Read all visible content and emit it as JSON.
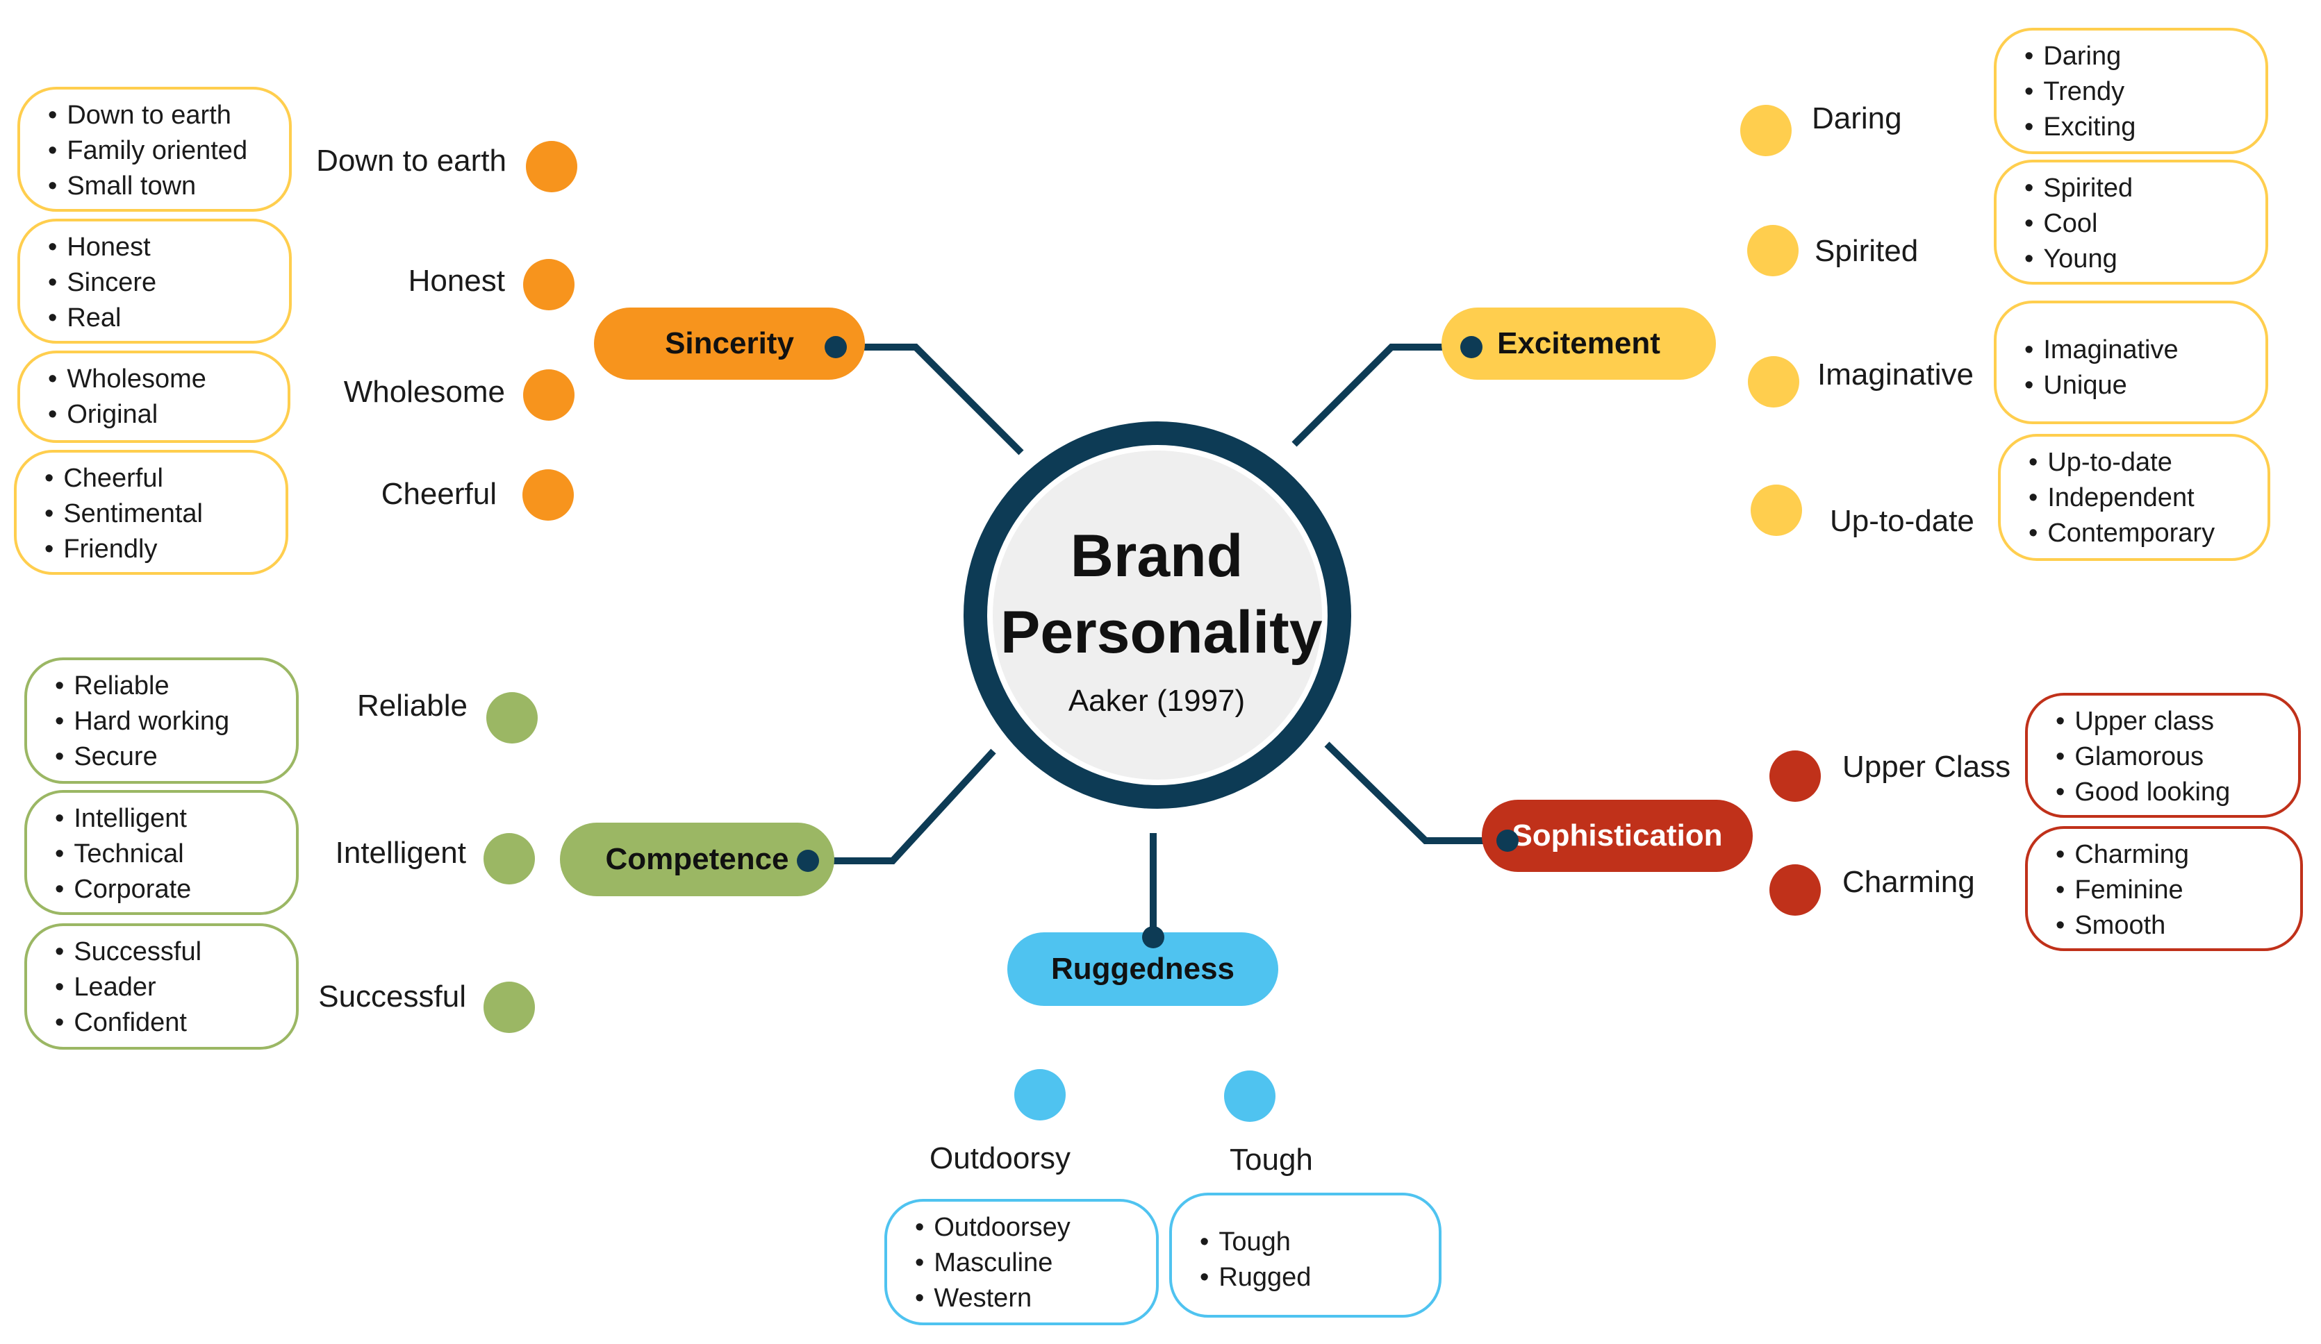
{
  "center": {
    "title_line1": "Brand",
    "title_line2": "Personality",
    "subtitle": "Aaker (1997)"
  },
  "colors": {
    "sincerity": "#F7941D",
    "excitement": "#FFCE4E",
    "competence": "#9BB764",
    "ruggedness": "#4FC3F0",
    "sophistication": "#C0311A",
    "connector": "#0D3B55"
  },
  "dimensions": {
    "sincerity": {
      "label": "Sincerity",
      "facets": [
        {
          "name": "Down to earth",
          "traits": [
            "Down to earth",
            "Family oriented",
            "Small town"
          ]
        },
        {
          "name": "Honest",
          "traits": [
            "Honest",
            "Sincere",
            "Real"
          ]
        },
        {
          "name": "Wholesome",
          "traits": [
            "Wholesome",
            "Original"
          ]
        },
        {
          "name": "Cheerful",
          "traits": [
            "Cheerful",
            "Sentimental",
            "Friendly"
          ]
        }
      ]
    },
    "excitement": {
      "label": "Excitement",
      "facets": [
        {
          "name": "Daring",
          "traits": [
            "Daring",
            "Trendy",
            "Exciting"
          ]
        },
        {
          "name": "Spirited",
          "traits": [
            "Spirited",
            "Cool",
            "Young"
          ]
        },
        {
          "name": "Imaginative",
          "traits": [
            "Imaginative",
            "Unique"
          ]
        },
        {
          "name": "Up-to-date",
          "traits": [
            "Up-to-date",
            "Independent",
            "Contemporary"
          ]
        }
      ]
    },
    "competence": {
      "label": "Competence",
      "facets": [
        {
          "name": "Reliable",
          "traits": [
            "Reliable",
            "Hard working",
            "Secure"
          ]
        },
        {
          "name": "Intelligent",
          "traits": [
            "Intelligent",
            "Technical",
            "Corporate"
          ]
        },
        {
          "name": "Successful",
          "traits": [
            "Successful",
            "Leader",
            "Confident"
          ]
        }
      ]
    },
    "sophistication": {
      "label": "Sophistication",
      "facets": [
        {
          "name": "Upper Class",
          "traits": [
            "Upper class",
            "Glamorous",
            "Good looking"
          ]
        },
        {
          "name": "Charming",
          "traits": [
            "Charming",
            "Feminine",
            "Smooth"
          ]
        }
      ]
    },
    "ruggedness": {
      "label": "Ruggedness",
      "facets": [
        {
          "name": "Outdoorsy",
          "traits": [
            "Outdoorsey",
            "Masculine",
            "Western"
          ]
        },
        {
          "name": "Tough",
          "traits": [
            "Tough",
            "Rugged"
          ]
        }
      ]
    }
  }
}
